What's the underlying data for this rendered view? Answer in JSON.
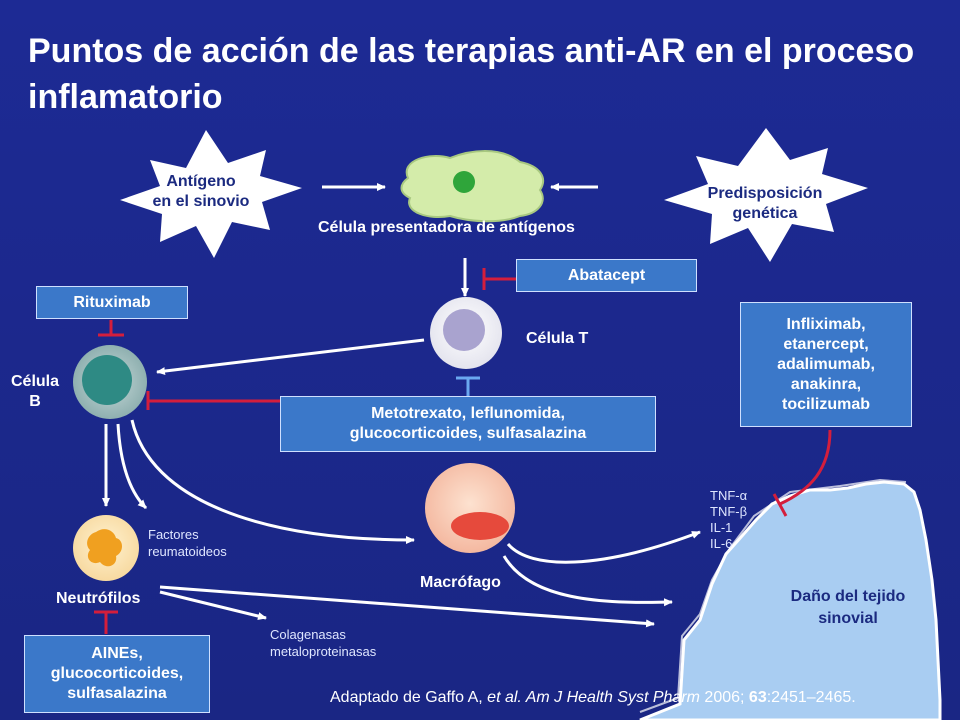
{
  "title": "Puntos de acción de las terapias anti-AR en el proceso inflamatorio",
  "nodes": {
    "antigen": "Antígeno\nen el sinovio",
    "predisposition": "Predisposición\ngenética",
    "apc": "Célula presentadora de antígenos",
    "tcell": "Célula T",
    "bcell": "Célula\nB",
    "macrophage": "Macrófago",
    "neutrophils": "Neutrófilos",
    "tissue": "Daño del tejido\nsinovial"
  },
  "drugs": {
    "abatacept": "Abatacept",
    "rituximab": "Rituximab",
    "mtx": "Metotrexato, leflunomida,\nglucocorticoides, sulfasalazina",
    "biologics": "Infliximab,\netanercept,\nadalimumab,\nanakinra,\ntocilizumab",
    "aines": "AINEs,\nglucocorticoides,\nsulfasalazina"
  },
  "labels": {
    "rheumatoid_factors": "Factores\nreumatoideos",
    "collagenases": "Colagenasas\nmetaloproteinasas",
    "cytokines": [
      "TNF-α",
      "TNF-β",
      "IL-1",
      "IL-6"
    ]
  },
  "citation": {
    "prefix": "Adaptado de Gaffo A, ",
    "etal": "et al.",
    "journal": " Am J Health Syst Pharm",
    "year": " 2006; ",
    "volume": "63",
    "pages": ":2451–2465."
  },
  "colors": {
    "background": "#1d2a94",
    "box": "#3b78c9",
    "inhibitor": "#d41e3c",
    "tissue": "#a9cdf2",
    "apc": "#cfe6a8"
  }
}
